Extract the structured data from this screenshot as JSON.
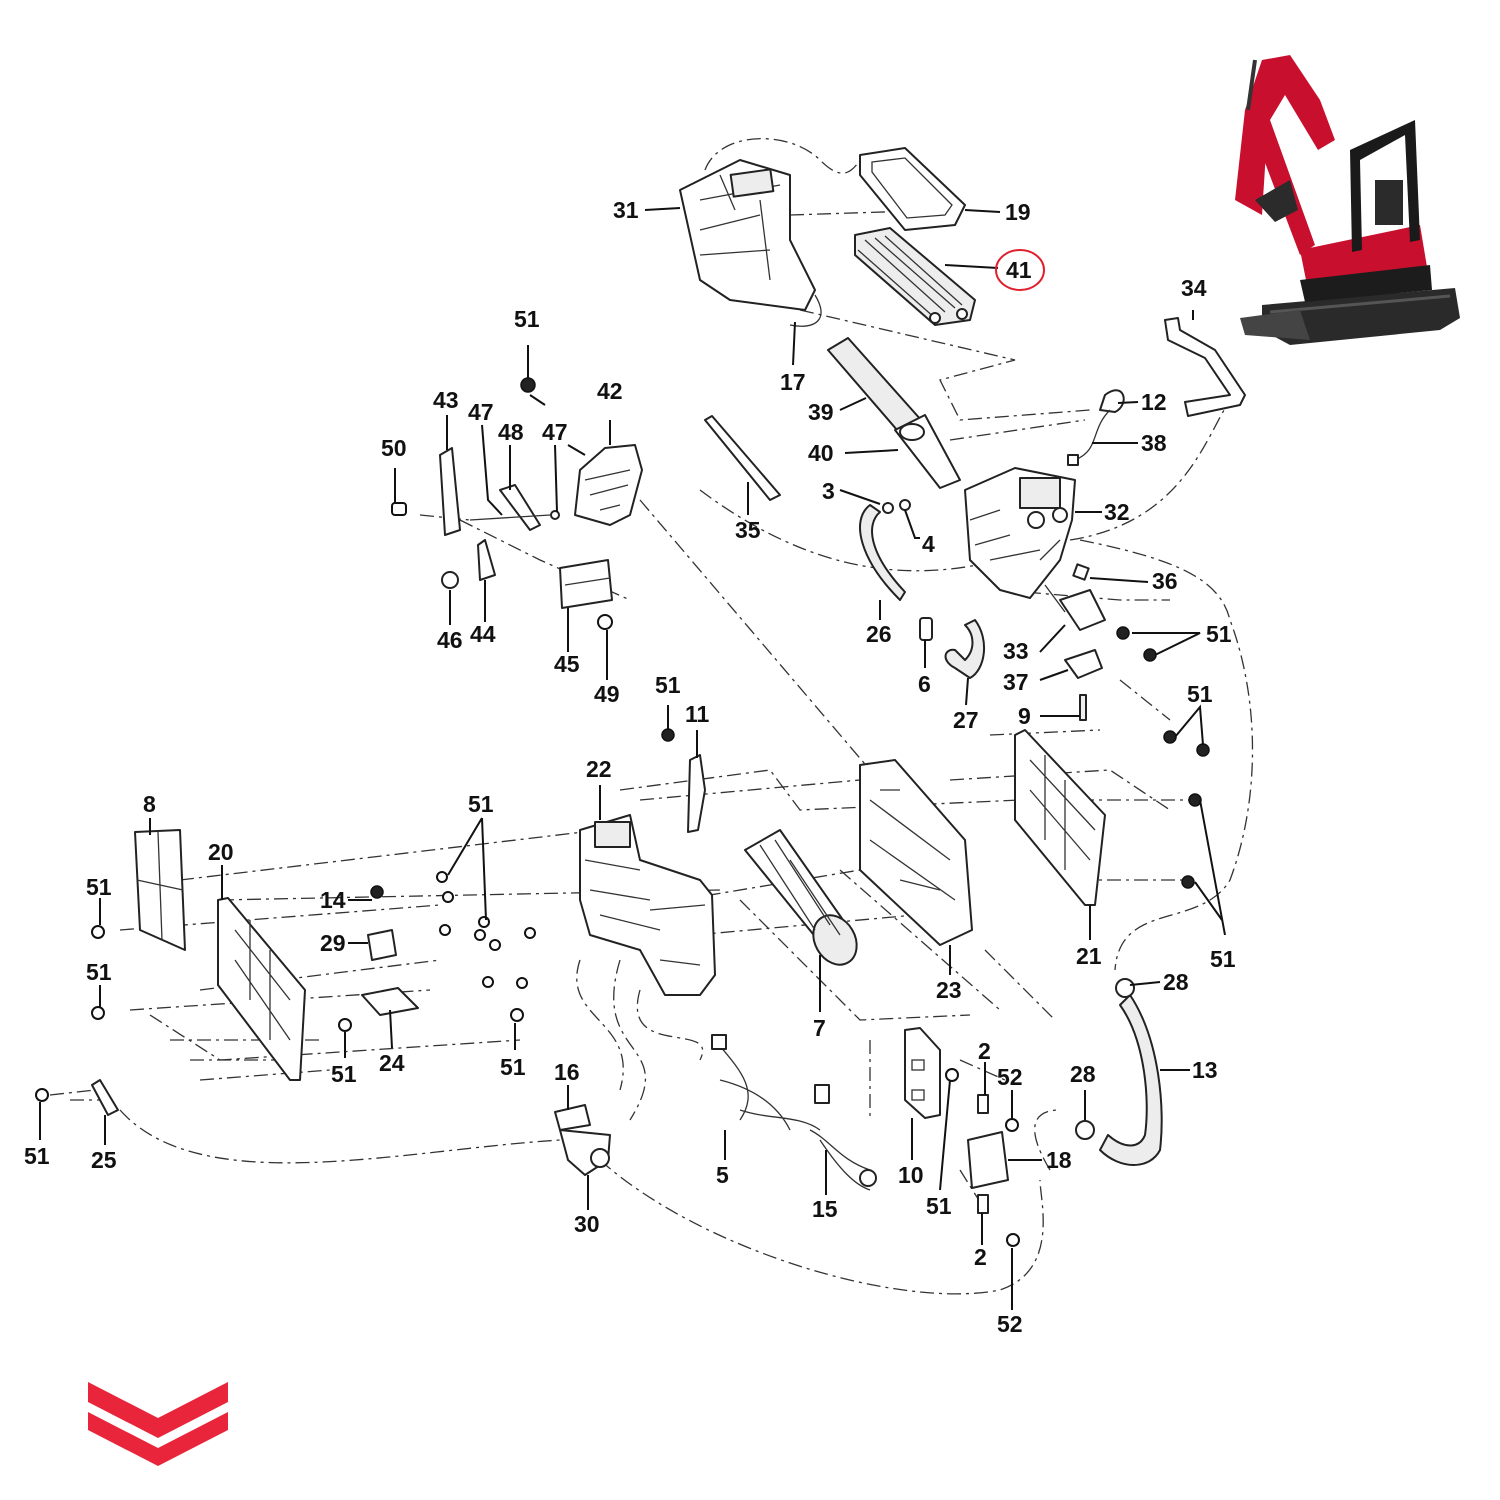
{
  "diagram": {
    "callouts": {
      "c2a": "2",
      "c2b": "2",
      "c3": "3",
      "c4": "4",
      "c5": "5",
      "c6": "6",
      "c7": "7",
      "c8": "8",
      "c9": "9",
      "c10": "10",
      "c11": "11",
      "c12": "12",
      "c13": "13",
      "c14": "14",
      "c15": "15",
      "c16": "16",
      "c17": "17",
      "c18": "18",
      "c19": "19",
      "c20": "20",
      "c21": "21",
      "c22": "22",
      "c23": "23",
      "c24": "24",
      "c25": "25",
      "c26": "26",
      "c27": "27",
      "c28a": "28",
      "c28b": "28",
      "c29": "29",
      "c30": "30",
      "c31": "31",
      "c32": "32",
      "c33": "33",
      "c34": "34",
      "c35": "35",
      "c36": "36",
      "c37": "37",
      "c38": "38",
      "c39": "39",
      "c40": "40",
      "c41": "41",
      "c42": "42",
      "c43": "43",
      "c44": "44",
      "c45": "45",
      "c46": "46",
      "c47a": "47",
      "c47b": "47",
      "c48": "48",
      "c49": "49",
      "c50": "50",
      "c51a": "51",
      "c51b": "51",
      "c51c": "51",
      "c51d": "51",
      "c51e": "51",
      "c51f": "51",
      "c51g": "51",
      "c51h": "51",
      "c51i": "51",
      "c51j": "51",
      "c51k": "51",
      "c51l": "51",
      "c52a": "52",
      "c52b": "52"
    },
    "highlighted_callout": "41",
    "highlight_color": "#e0202e",
    "brand_color": "#e8253a",
    "machine_color": "#c8102e"
  }
}
